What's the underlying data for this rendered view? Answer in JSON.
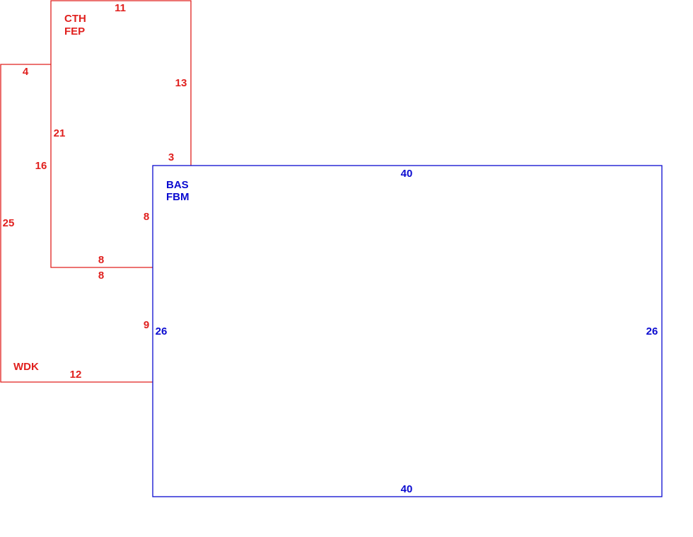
{
  "colors": {
    "red": "#e0201e",
    "blue": "#0a0ad0"
  },
  "areas": {
    "wdk": {
      "code": "WDK",
      "color": "red",
      "dims": {
        "top": "4",
        "left": "25",
        "inner_left": "16",
        "bottom": "12",
        "right_lower": "9",
        "inner_bottom": "8"
      }
    },
    "cth_fep": {
      "code_1": "CTH",
      "code_2": "FEP",
      "color": "red",
      "dims": {
        "top": "11",
        "right_upper": "13",
        "left": "21",
        "notch_top": "3",
        "right_lower": "8",
        "bottom": "8"
      }
    },
    "bas_fbm": {
      "code_1": "BAS",
      "code_2": "FBM",
      "color": "blue",
      "dims": {
        "top": "40",
        "left": "26",
        "right": "26",
        "bottom": "40"
      }
    }
  }
}
